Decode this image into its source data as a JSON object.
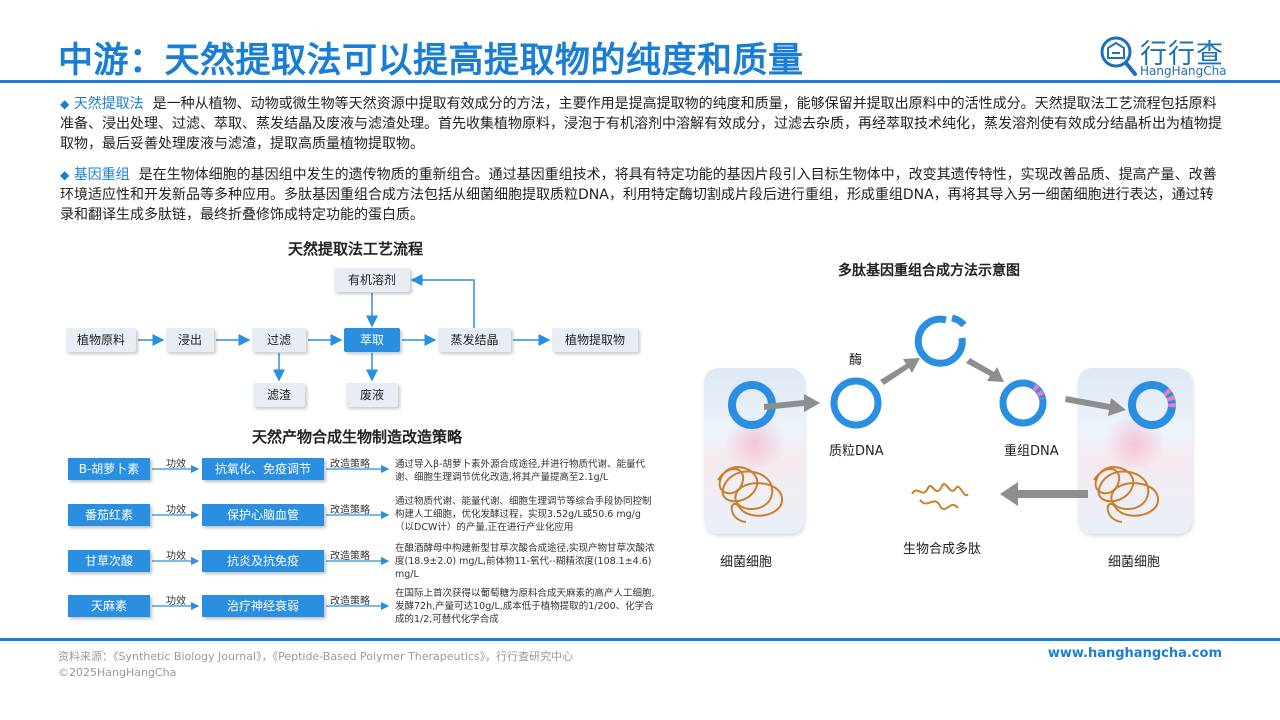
{
  "header": {
    "title": "中游：天然提取法可以提高提取物的纯度和质量",
    "logo_name": "行行查",
    "logo_sub": "HangHangCha"
  },
  "paragraphs": [
    {
      "bullet": "◆",
      "keyword": "天然提取法",
      "text": "是一种从植物、动物或微生物等天然资源中提取有效成分的方法，主要作用是提高提取物的纯度和质量，能够保留并提取出原料中的活性成分。天然提取法工艺流程包括原料准备、浸出处理、过滤、萃取、蒸发结晶及废液与滤渣处理。首先收集植物原料，浸泡于有机溶剂中溶解有效成分，过滤去杂质，再经萃取技术纯化，蒸发溶剂使有效成分结晶析出为植物提取物，最后妥善处理废液与滤渣，提取高质量植物提取物。"
    },
    {
      "bullet": "◆",
      "keyword": "基因重组",
      "text": "是在生物体细胞的基因组中发生的遗传物质的重新组合。通过基因重组技术，将具有特定功能的基因片段引入目标生物体中，改变其遗传特性，实现改善品质、提高产量、改善环境适应性和开发新品等多种应用。多肽基因重组合成方法包括从细菌细胞提取质粒DNA，利用特定酶切割成片段后进行重组，形成重组DNA，再将其导入另一细菌细胞进行表达，通过转录和翻译生成多肽链，最终折叠修饰成特定功能的蛋白质。"
    }
  ],
  "flow": {
    "title": "天然提取法工艺流程",
    "steps": [
      "植物原料",
      "浸出",
      "过滤",
      "萃取",
      "蒸发结晶",
      "植物提取物"
    ],
    "solvent": "有机溶剂",
    "residue": "滤渣",
    "waste": "废液"
  },
  "strategy": {
    "title": "天然产物合成生物制造改造策略",
    "effect_label": "功效",
    "strategy_label": "改造策略",
    "rows": [
      {
        "compound": "Β-胡萝卜素",
        "effect": "抗氧化、免疫调节",
        "desc": "通过导入β-胡萝卜素外源合成途径,并进行物质代谢、能量代谢、细胞生理调节优化改造,将其产量提高至2.1g/L"
      },
      {
        "compound": "番茄红素",
        "effect": "保护心脑血管",
        "desc": "通过物质代谢、能量代谢、细胞生理调节等综合手段协同控制构建人工细胞，优化发酵过程，实现3.52g/L或50.6 mg/g（以DCW计）的产量,正在进行产业化应用"
      },
      {
        "compound": "甘草次酸",
        "effect": "抗炎及抗免疫",
        "desc": "在酿酒酵母中构建新型甘草次酸合成途径,实现产物甘草次酸浓度(18.9±2.0)  mg/L,前体物11-氧代--糊精浓度(108.1±4.6) mg/L"
      },
      {
        "compound": "天麻素",
        "effect": "治疗神经衰弱",
        "desc": "在国际上首次获得以葡萄糖为原料合成天麻素的高产人工细胞,发酵72h,产量可达10g/L,成本低于植物提取的1/200、化学合成的1/2,可替代化学合成"
      }
    ]
  },
  "diagram": {
    "title": "多肽基因重组合成方法示意图",
    "enzyme": "酶",
    "plasmid": "质粒DNA",
    "recombinant": "重组DNA",
    "cell_left": "细菌细胞",
    "cell_right": "细菌细胞",
    "polypeptide": "生物合成多肽"
  },
  "colors": {
    "accent": "#1a7fd4",
    "ring": "#2a8fe0",
    "insert": "#f07cc0",
    "coil": "#c8802e"
  },
  "footer": {
    "source": "资料来源：《Synthetic Biology Journal》，《Peptide-Based Polymer Therapeutics》，行行查研究中心",
    "copyright": "©2025HangHangCha",
    "website": "www.hanghangcha.com"
  }
}
